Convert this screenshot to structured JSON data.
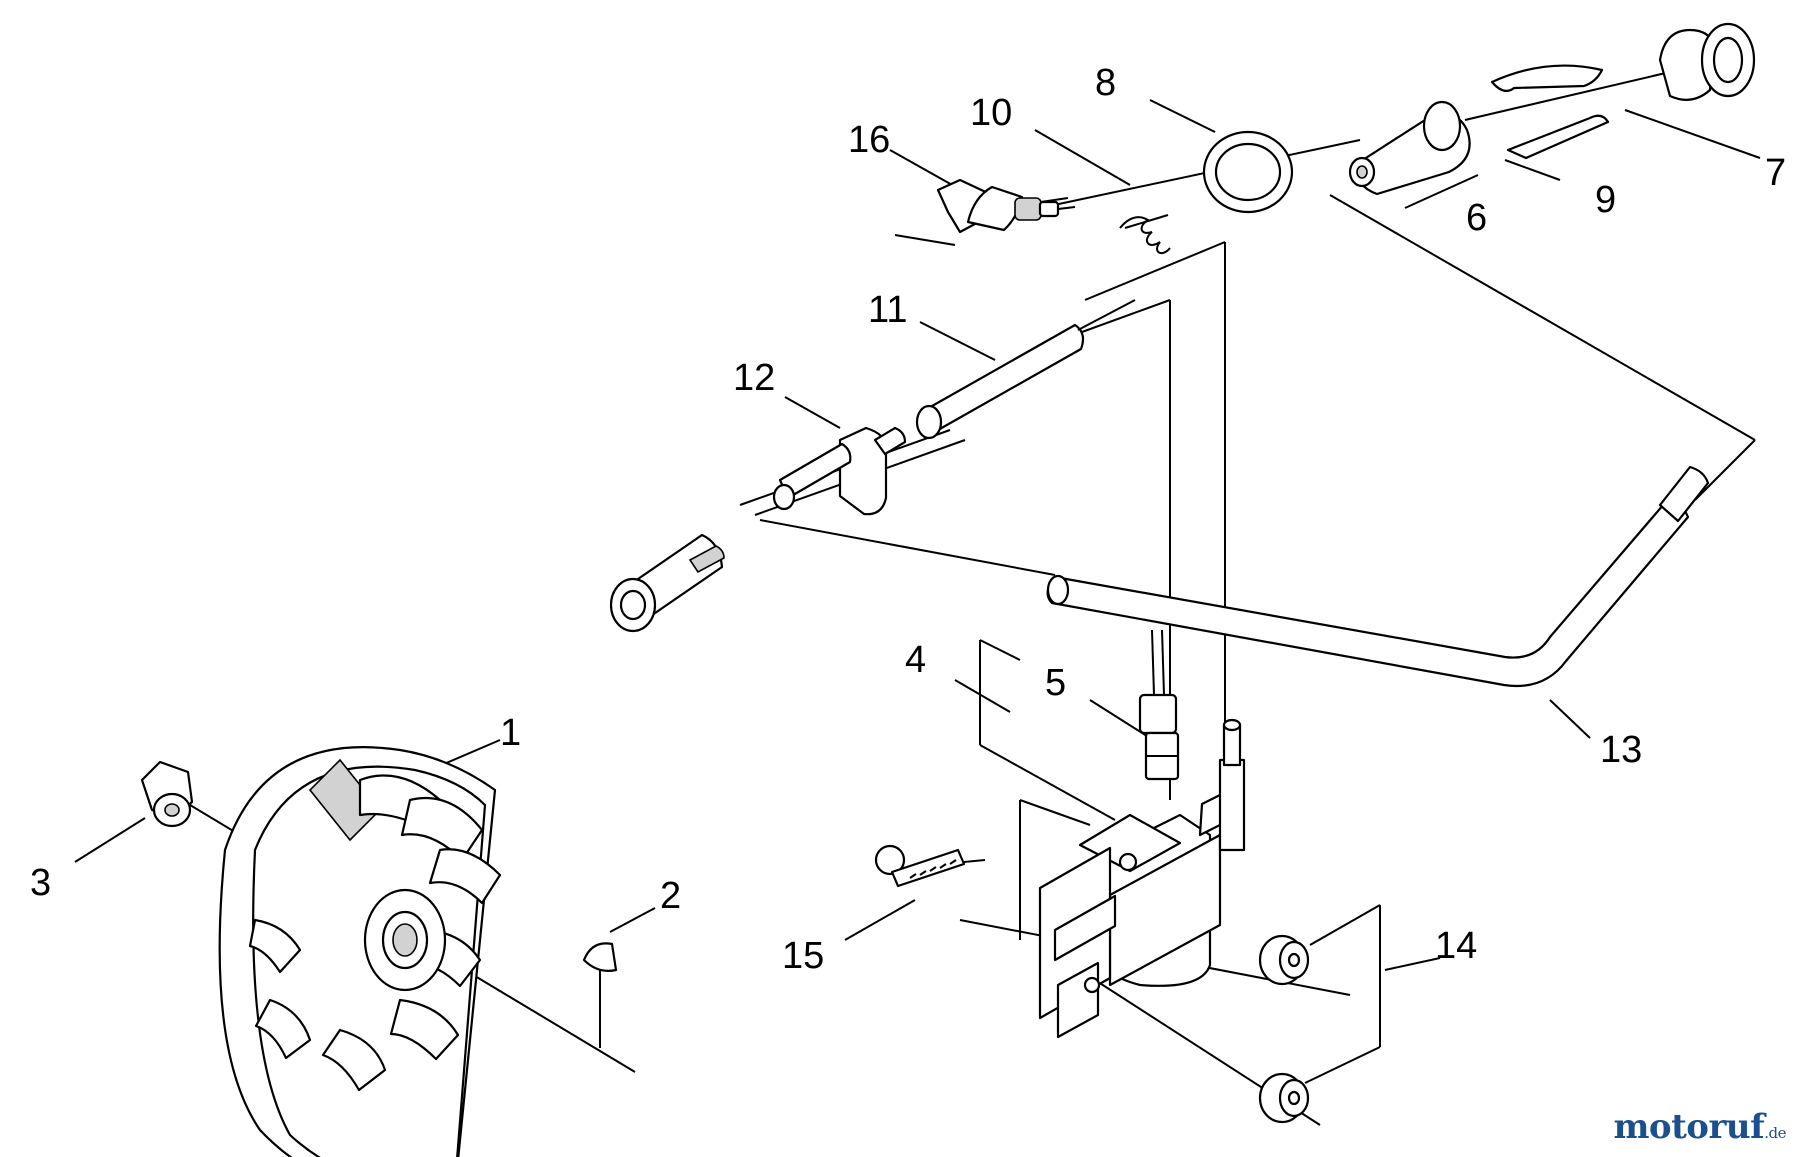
{
  "callouts": {
    "c1": "1",
    "c2": "2",
    "c3": "3",
    "c4": "4",
    "c5": "5",
    "c6": "6",
    "c7": "7",
    "c8": "8",
    "c9": "9",
    "c10": "10",
    "c11": "11",
    "c12": "12",
    "c13": "13",
    "c14": "14",
    "c15": "15",
    "c16": "16"
  },
  "watermark": {
    "main": "motoruf",
    "tld": ".de"
  }
}
